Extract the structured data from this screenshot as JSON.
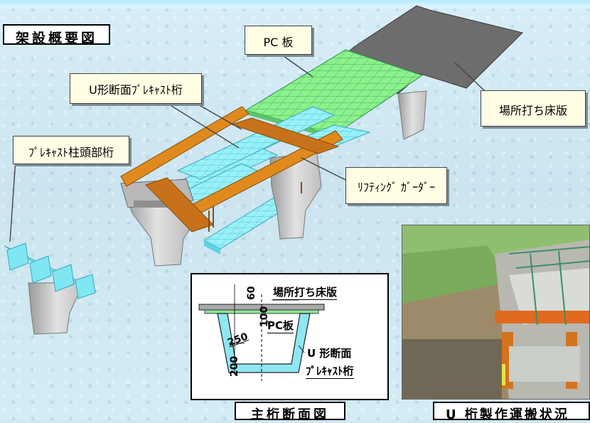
{
  "title": "架設概要図",
  "callouts": {
    "pc_slab": "PC 板",
    "u_girder": "U形断面ﾌﾟﾚｷｬｽﾄ桁",
    "deck_slab": "場所打ち床版",
    "column_head": "ﾌﾟﾚｷｬｽﾄ柱頭部桁",
    "lifting_girder": "ﾘﾌﾃｨﾝｸﾞ ｶﾞｰﾀﾞｰ"
  },
  "cross_section": {
    "caption": "主桁断面図",
    "label_deck": "場所打ち床版",
    "label_pc": "PC板",
    "label_u_line1": "U 形断面",
    "label_u_line2": "ﾌﾟﾚｷｬｽﾄ桁",
    "dim_60": "60",
    "dim_100": "100",
    "dim_250": "250",
    "dim_200": "200"
  },
  "photo": {
    "caption": "U 桁製作運搬状況"
  },
  "colors": {
    "pc_slab": "#8cf08c",
    "u_girder": "#7fe6f2",
    "lifting_girder": "#e08a1e",
    "deck_slab": "#6e6e6e",
    "pier": "#d2d2d2"
  }
}
